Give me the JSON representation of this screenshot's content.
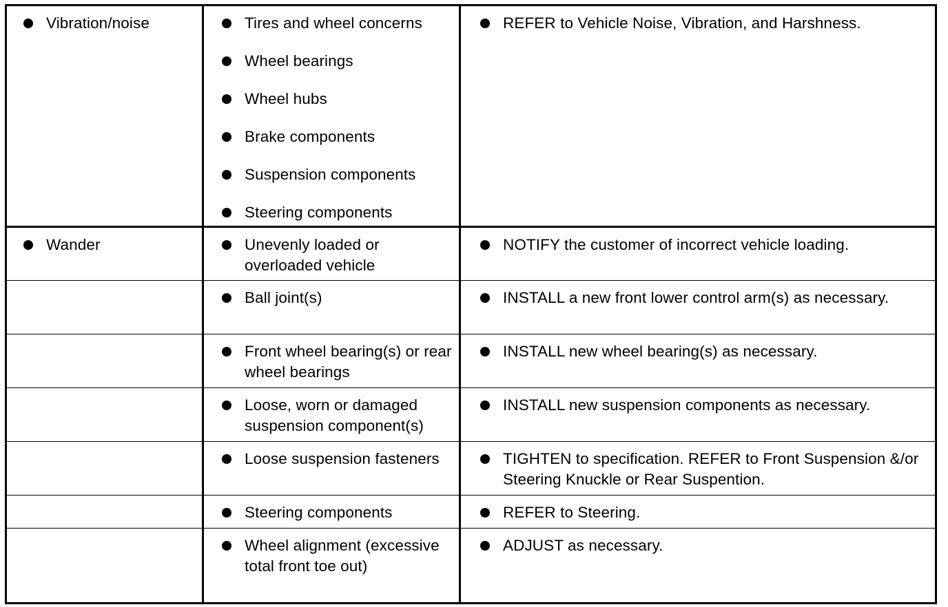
{
  "rows": [
    {
      "condition": "Vibration/noise",
      "causes": [
        "Tires and wheel concerns",
        "Wheel bearings",
        "Wheel hubs",
        "Brake components",
        "Suspension components",
        "Steering components"
      ],
      "action": "REFER to Vehicle Noise, Vibration, and Harshness."
    },
    {
      "condition": "Wander",
      "causes": [
        "Unevenly loaded or overloaded vehicle"
      ],
      "action": "NOTIFY the customer of incorrect vehicle loading."
    },
    {
      "condition": "",
      "causes": [
        "Ball joint(s)"
      ],
      "action": "INSTALL a new front lower control arm(s) as necessary."
    },
    {
      "condition": "",
      "causes": [
        "Front wheel bearing(s) or rear wheel bearings"
      ],
      "action": "INSTALL new wheel bearing(s) as necessary."
    },
    {
      "condition": "",
      "causes": [
        "Loose, worn or damaged suspension component(s)"
      ],
      "action": "INSTALL new suspension components as necessary."
    },
    {
      "condition": "",
      "causes": [
        "Loose suspension fasteners"
      ],
      "action": "TIGHTEN to specification. REFER to Front Suspension &/or Steering Knuckle or Rear Suspention."
    },
    {
      "condition": "",
      "causes": [
        "Steering components"
      ],
      "action": "REFER to Steering."
    },
    {
      "condition": "",
      "causes": [
        "Wheel alignment (excessive total front toe out)"
      ],
      "action": "ADJUST as necessary."
    }
  ]
}
